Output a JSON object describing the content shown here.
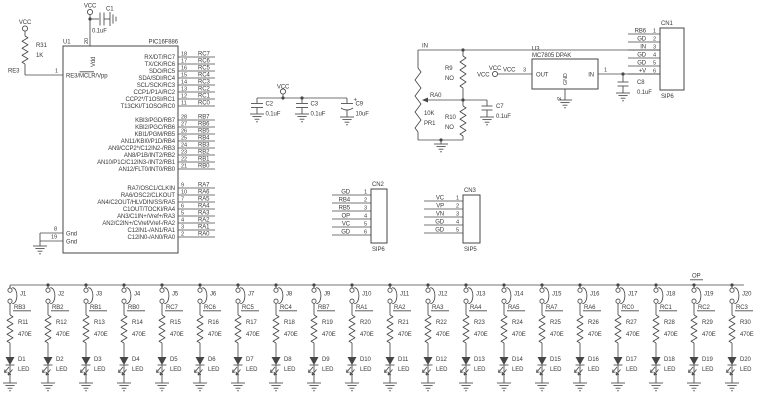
{
  "colors": {
    "ink": "#474747",
    "text": "#3a3a3a",
    "bg": "#ffffff"
  },
  "power": {
    "vcc": "VCC",
    "in_net": "IN",
    "op_net": "OP",
    "re3_net": "RE3",
    "ra0_net": "RA0",
    "plus_v": "+V"
  },
  "pullup": {
    "ref": "R31",
    "val": "1K"
  },
  "c1": {
    "ref": "C1",
    "val": "0.1uF"
  },
  "mcu": {
    "ref": "U1",
    "part": "PIC16F886",
    "top_pin": {
      "num": "20",
      "label": "Vdd"
    },
    "left_pin": {
      "num": "1",
      "label": "RE3/MCLR/Vpp"
    },
    "gnd_pins": [
      {
        "num": "8",
        "label": "Gnd"
      },
      {
        "num": "19",
        "label": "Gnd"
      }
    ],
    "right_groups": [
      {
        "pins": [
          {
            "inner": "RX/DT/RC7",
            "num": "18",
            "net": "RC7"
          },
          {
            "inner": "TX/CK/RC6",
            "num": "17",
            "net": "RC6"
          },
          {
            "inner": "SDO/RC5",
            "num": "16",
            "net": "RC5"
          },
          {
            "inner": "SDA/SDI/RC4",
            "num": "15",
            "net": "RC4"
          },
          {
            "inner": "SCL/SCK/RC3",
            "num": "14",
            "net": "RC3"
          },
          {
            "inner": "CCP1/P1A/RC2",
            "num": "13",
            "net": "RC2"
          },
          {
            "inner": "CCP2*/T1OSI/RC1",
            "num": "12",
            "net": "RC1"
          },
          {
            "inner": "T13CKI/T1OSO/RC0",
            "num": "11",
            "net": "RC0"
          }
        ]
      },
      {
        "pins": [
          {
            "inner": "KBI3/PGD/RB7",
            "num": "28",
            "net": "RB7"
          },
          {
            "inner": "KBI2/PGC/RB6",
            "num": "27",
            "net": "RB6"
          },
          {
            "inner": "KBI1/PGM/RB5",
            "num": "26",
            "net": "RB5"
          },
          {
            "inner": "AN11/KBI0/P1D/RB4",
            "num": "25",
            "net": "RB4"
          },
          {
            "inner": "AN9/CCP2*/C12IN2-/RB3",
            "num": "24",
            "net": "RB3"
          },
          {
            "inner": "AN8/P1B/INT2/RB2",
            "num": "23",
            "net": "RB2"
          },
          {
            "inner": "AN10/P1C/C12IN3-/INT2/RB1",
            "num": "22",
            "net": "RB1"
          },
          {
            "inner": "AN12/FLT0/INT0/RB0",
            "num": "21",
            "net": "RB0"
          }
        ]
      },
      {
        "pins": [
          {
            "inner": "RA7/OSC1/CLKIN",
            "num": "9",
            "net": "RA7"
          },
          {
            "inner": "RA6/OSC2/CLKOUT",
            "num": "10",
            "net": "RA6"
          },
          {
            "inner": "AN4/C2OUT/HLVDIN/SS/RA5",
            "num": "7",
            "net": "RA5"
          },
          {
            "inner": "C1OUT/TOCKI/RA4",
            "num": "6",
            "net": "RA4"
          },
          {
            "inner": "AN3/C1IN+/Vref+/RA3",
            "num": "5",
            "net": "RA3"
          },
          {
            "inner": "AN2/C2IN+/CVref/Vref-/RA2",
            "num": "4",
            "net": "RA2"
          },
          {
            "inner": "C12IN1-/AN1/RA1",
            "num": "3",
            "net": "RA1"
          },
          {
            "inner": "C12IN0-/AN0/RA0",
            "num": "2",
            "net": "RA0"
          }
        ]
      }
    ]
  },
  "decoupling_caps": [
    {
      "ref": "C2",
      "val": "0.1uF",
      "polarized": false
    },
    {
      "ref": "C3",
      "val": "0.1uF",
      "polarized": false
    },
    {
      "ref": "C9",
      "val": "10uF",
      "polarized": true,
      "plus": "+"
    }
  ],
  "divider": {
    "in_net": "IN",
    "node_net": "RA0",
    "r_top": {
      "ref": "R9",
      "val": "NO"
    },
    "r_bot": {
      "ref": "R10",
      "val": "NO"
    },
    "pot": {
      "ref": "PR1",
      "val": "10K"
    },
    "cap": {
      "ref": "C7",
      "val": "0.1uF"
    }
  },
  "regulator": {
    "ref": "U3",
    "part": "MC7805 DPAK",
    "out_label": "OUT",
    "in_label": "IN",
    "gnd_label": "GND",
    "out_pin": "3",
    "in_pin": "1",
    "gnd_pin": "2",
    "out_net": "VCC",
    "in_net": "+V",
    "cap": {
      "ref": "C8",
      "val": "0.1uF"
    }
  },
  "connectors": [
    {
      "ref": "CN1",
      "package": "SIP6",
      "pins": [
        {
          "num": "1",
          "net": "RB6"
        },
        {
          "num": "2",
          "net": "GD"
        },
        {
          "num": "3",
          "net": "IN"
        },
        {
          "num": "4",
          "net": "GD"
        },
        {
          "num": "5",
          "net": "GD"
        },
        {
          "num": "6",
          "net": "+V"
        }
      ]
    },
    {
      "ref": "CN2",
      "package": "SIP6",
      "pins": [
        {
          "num": "1",
          "net": "GD"
        },
        {
          "num": "2",
          "net": "RB4"
        },
        {
          "num": "3",
          "net": "RB5"
        },
        {
          "num": "4",
          "net": "OP"
        },
        {
          "num": "5",
          "net": "VC"
        },
        {
          "num": "6",
          "net": "GD"
        }
      ]
    },
    {
      "ref": "CN3",
      "package": "SIP5",
      "pins": [
        {
          "num": "1",
          "net": "VC"
        },
        {
          "num": "2",
          "net": "VP"
        },
        {
          "num": "3",
          "net": "VN"
        },
        {
          "num": "4",
          "net": "GD"
        },
        {
          "num": "5",
          "net": "GD"
        }
      ]
    }
  ],
  "led_array": {
    "bus_net": "OP",
    "res_val": "470E",
    "led_label": "LED",
    "columns": [
      {
        "jumper": "J1",
        "net": "RB3",
        "res": "R11",
        "led": "D1"
      },
      {
        "jumper": "J2",
        "net": "RB2",
        "res": "R12",
        "led": "D2"
      },
      {
        "jumper": "J3",
        "net": "RB1",
        "res": "R13",
        "led": "D3"
      },
      {
        "jumper": "J4",
        "net": "RB0",
        "res": "R14",
        "led": "D4"
      },
      {
        "jumper": "J5",
        "net": "RC7",
        "res": "R15",
        "led": "D5"
      },
      {
        "jumper": "J6",
        "net": "RC6",
        "res": "R16",
        "led": "D6"
      },
      {
        "jumper": "J7",
        "net": "RC5",
        "res": "R17",
        "led": "D7"
      },
      {
        "jumper": "J8",
        "net": "RC4",
        "res": "R18",
        "led": "D8"
      },
      {
        "jumper": "J9",
        "net": "RB7",
        "res": "R19",
        "led": "D9"
      },
      {
        "jumper": "J10",
        "net": "RA1",
        "res": "R20",
        "led": "D10"
      },
      {
        "jumper": "J11",
        "net": "RA2",
        "res": "R21",
        "led": "D11"
      },
      {
        "jumper": "J12",
        "net": "RA3",
        "res": "R22",
        "led": "D12"
      },
      {
        "jumper": "J13",
        "net": "RA4",
        "res": "R23",
        "led": "D13"
      },
      {
        "jumper": "J14",
        "net": "RA5",
        "res": "R24",
        "led": "D14"
      },
      {
        "jumper": "J15",
        "net": "RA7",
        "res": "R25",
        "led": "D15"
      },
      {
        "jumper": "J16",
        "net": "RA6",
        "res": "R26",
        "led": "D16"
      },
      {
        "jumper": "J17",
        "net": "RC0",
        "res": "R27",
        "led": "D17"
      },
      {
        "jumper": "J18",
        "net": "RC1",
        "res": "R28",
        "led": "D18"
      },
      {
        "jumper": "J19",
        "net": "RC2",
        "res": "R29",
        "led": "D19"
      },
      {
        "jumper": "J20",
        "net": "RC3",
        "res": "R30",
        "led": "D20"
      }
    ]
  }
}
